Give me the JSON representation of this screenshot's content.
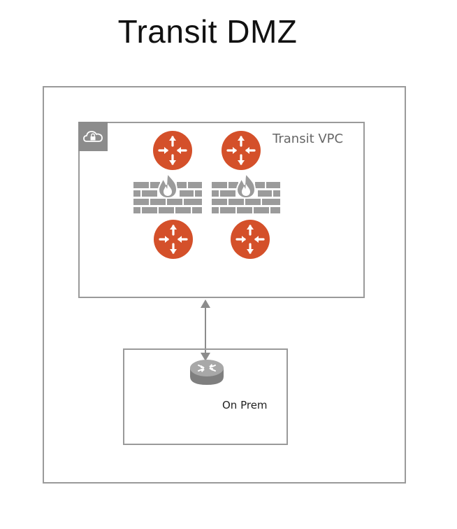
{
  "diagram": {
    "title": "Transit DMZ",
    "vpc": {
      "label": "Transit VPC",
      "badge_icon": "cloud-lock-icon",
      "router_icon": "aws-router-icon",
      "firewall_icon": "firewall-icon"
    },
    "on_prem": {
      "label": "On Prem",
      "router_icon": "on-prem-router-icon"
    },
    "connector": "bidirectional-arrow"
  },
  "colors": {
    "border": "#9a9a9a",
    "router_orange": "#d4502a",
    "firewall_gray": "#9b9b9b",
    "badge_gray": "#8c8c8c",
    "title_text": "#111111",
    "label_text": "#666666"
  }
}
